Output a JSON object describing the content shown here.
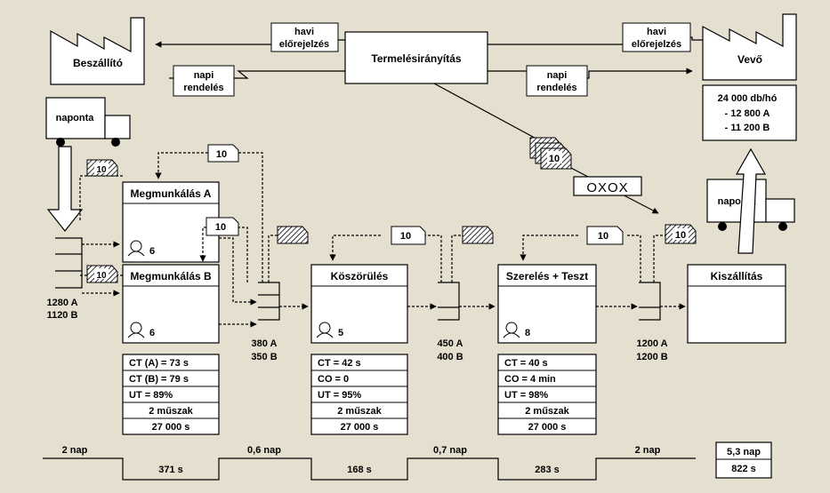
{
  "supplier": {
    "label": "Beszállító"
  },
  "customer": {
    "label": "Vevő",
    "demand_lines": [
      "24 000 db/hó",
      "- 12 800 A",
      "- 11 200 B"
    ]
  },
  "control": {
    "label": "Termelésirányítás"
  },
  "info_flows": {
    "supplier_forecast": [
      "havi",
      "előrejelzés"
    ],
    "supplier_order": [
      "napi",
      "rendelés"
    ],
    "customer_forecast": [
      "havi",
      "előrejelzés"
    ],
    "customer_order": [
      "napi",
      "rendelés"
    ]
  },
  "trucks": {
    "inbound": "naponta",
    "outbound": "naponta"
  },
  "kanban_batch": "10",
  "load_leveling": "OXOX",
  "processes": [
    {
      "name": "Megmunkálás A",
      "operators": "6"
    },
    {
      "name": "Megmunkálás B",
      "operators": "6"
    },
    {
      "name": "Köszörülés",
      "operators": "5"
    },
    {
      "name": "Szerelés + Teszt",
      "operators": "8"
    },
    {
      "name": "Kiszállítás"
    }
  ],
  "data_boxes": [
    [
      "CT (A) = 73 s",
      "CT (B) = 79 s",
      "UT = 89%",
      "2 műszak",
      "27 000 s"
    ],
    [
      "CT = 42 s",
      "CO = 0",
      "UT = 95%",
      "2 műszak",
      "27 000 s"
    ],
    [
      "CT = 40 s",
      "CO = 4 min",
      "UT = 98%",
      "2 műszak",
      "27 000 s"
    ]
  ],
  "inventories": [
    [
      "1280 A",
      "1120 B"
    ],
    [
      "380 A",
      "350 B"
    ],
    [
      "450 A",
      "400 B"
    ],
    [
      "1200 A",
      "1200 B"
    ]
  ],
  "timeline": {
    "waiting": [
      "2 nap",
      "0,6 nap",
      "0,7 nap",
      "2 nap"
    ],
    "processing": [
      "371 s",
      "168 s",
      "283 s"
    ],
    "total_lead": "5,3 nap",
    "total_processing": "822 s"
  }
}
